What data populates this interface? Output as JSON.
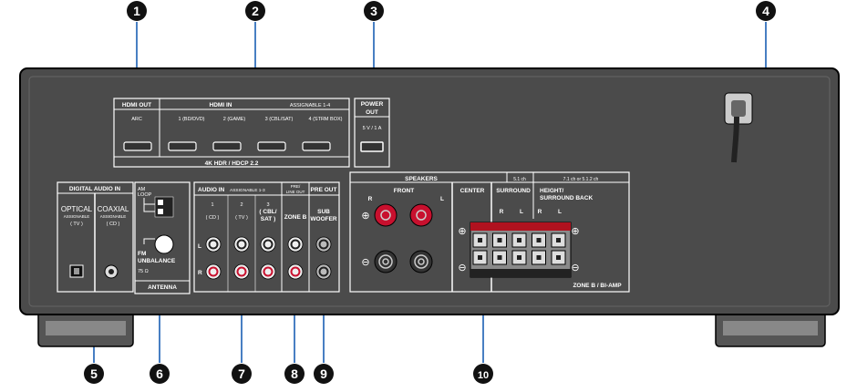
{
  "callouts": [
    "1",
    "2",
    "3",
    "4",
    "5",
    "6",
    "7",
    "8",
    "9",
    "10"
  ],
  "hdmi": {
    "out_title": "HDMI OUT",
    "arc": "ARC",
    "in_title": "HDMI IN",
    "assignable": "ASSIGNABLE 1-4",
    "inputs": [
      "1 (BD/DVD)",
      "2 (GAME)",
      "3 (CBL/SAT)",
      "4 (STRM BOX)"
    ],
    "footer": "4K HDR / HDCP 2.2"
  },
  "power_out": {
    "title_1": "POWER",
    "title_2": "OUT",
    "rating": "5 V / 1 A"
  },
  "digital_audio": {
    "title": "DIGITAL AUDIO IN",
    "optical": "OPTICAL",
    "optical_assign": "ASSIGNABLE",
    "optical_default": "( TV )",
    "coaxial": "COAXIAL",
    "coaxial_assign": "ASSIGNABLE",
    "coaxial_default": "( CD )"
  },
  "antenna": {
    "am_1": "AM",
    "am_2": "LOOP",
    "fm": "FM",
    "unbalance": "UNBALANCE",
    "impedance": "75 Ω",
    "title": "ANTENNA"
  },
  "audio_in": {
    "title": "AUDIO IN",
    "assignable": "ASSIGNABLE 1-3",
    "inputs": [
      "1",
      "2",
      "3"
    ],
    "names": [
      "( CD )",
      "( TV )",
      "( CBL/",
      "SAT )"
    ],
    "left": "L",
    "right": "R"
  },
  "pre_line_out": {
    "title_1": "PRE/",
    "title_2": "LINE OUT",
    "zone_b": "ZONE B"
  },
  "pre_out": {
    "title": "PRE OUT",
    "sub_1": "SUB",
    "sub_2": "WOOFER"
  },
  "speakers": {
    "title": "SPEAKERS",
    "ch51": "5.1 ch",
    "ch71": "7.1 ch or 5.1.2 ch",
    "front": "FRONT",
    "r": "R",
    "l": "L",
    "center": "CENTER",
    "surround": "SURROUND",
    "height_1": "HEIGHT/",
    "height_2": "SURROUND BACK",
    "plus": "⊕",
    "minus": "⊖",
    "zone_bi_amp": "ZONE B / BI-AMP"
  },
  "colors": {
    "chassis": "#4b4b4b",
    "lead": "#1a5fb4",
    "red": "#c8102e"
  }
}
